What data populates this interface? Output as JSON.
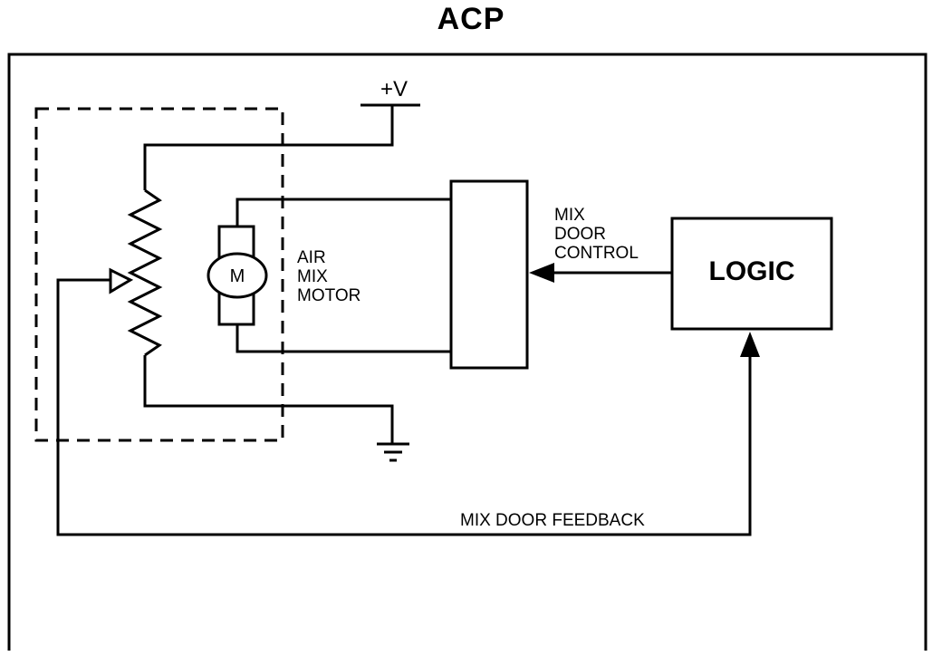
{
  "title": "ACP",
  "supply_label": "+V",
  "motor_symbol": "M",
  "motor_label": [
    "AIR",
    "MIX",
    "MOTOR"
  ],
  "control_label": [
    "MIX",
    "DOOR",
    "CONTROL"
  ],
  "logic_label": "LOGIC",
  "feedback_label": "MIX DOOR FEEDBACK",
  "colors": {
    "line": "#000000",
    "background": "#ffffff"
  }
}
